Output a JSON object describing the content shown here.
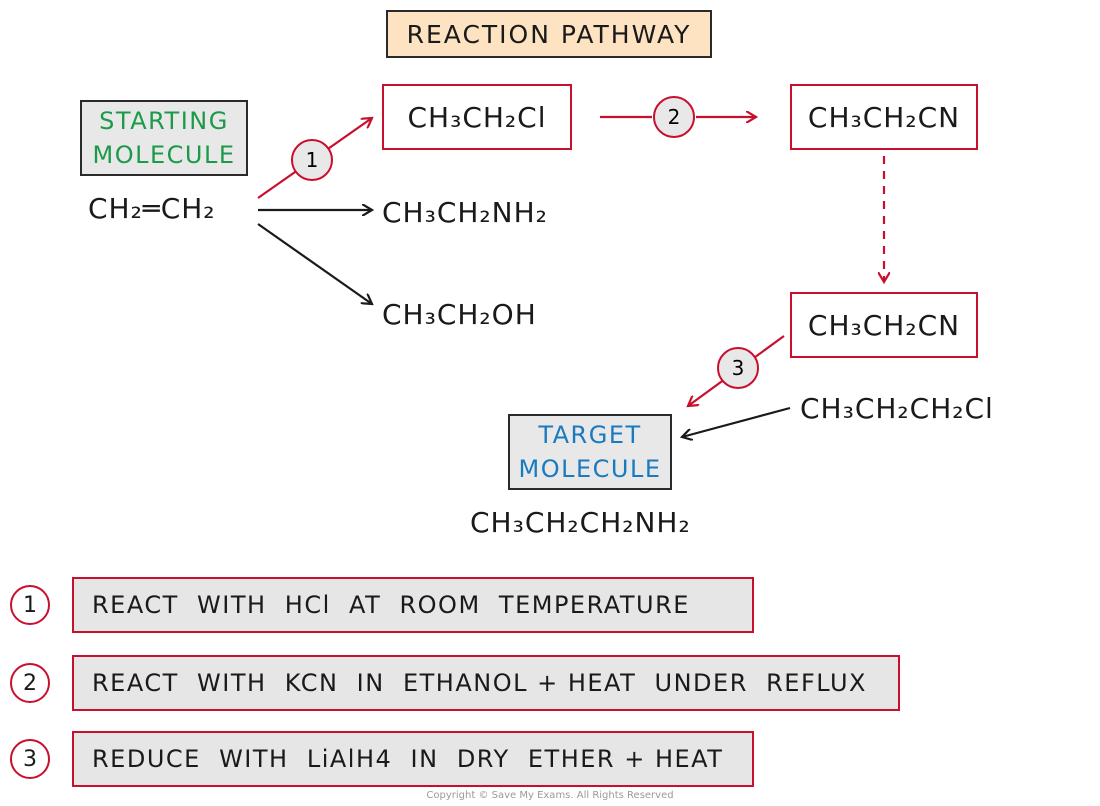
{
  "title": "REACTION PATHWAY",
  "starting": {
    "label_line1": "STARTING",
    "label_line2": "MOLECULE",
    "formula": "CH₂═CH₂"
  },
  "target": {
    "label_line1": "TARGET",
    "label_line2": "MOLECULE",
    "formula": "CH₃CH₂CH₂NH₂"
  },
  "molecules": {
    "chloroethane": "CH₃CH₂Cl",
    "propanenitrile_top": "CH₃CH₂CN",
    "propanenitrile_bottom": "CH₃CH₂CN",
    "ethylamine": "CH₃CH₂NH₂",
    "ethanol": "CH₃CH₂OH",
    "chloropropane": "CH₃CH₂CH₂Cl"
  },
  "arrow_labels": [
    "1",
    "2",
    "3"
  ],
  "steps": [
    {
      "number": "1",
      "text": "REACT  WITH  HCl  AT  ROOM  TEMPERATURE"
    },
    {
      "number": "2",
      "text": "REACT  WITH  KCN  IN  ETHANOL + HEAT  UNDER  REFLUX"
    },
    {
      "number": "3",
      "text": "REDUCE  WITH  LiAlH4  IN  DRY  ETHER + HEAT"
    }
  ],
  "copyright": "Copyright © Save My Exams. All Rights Reserved",
  "colors": {
    "accent_red": "#c8102e",
    "start_green": "#1c9a4a",
    "target_blue": "#1a7ac0",
    "title_fill": "#fde3c2",
    "label_fill": "#e8e8e8"
  }
}
